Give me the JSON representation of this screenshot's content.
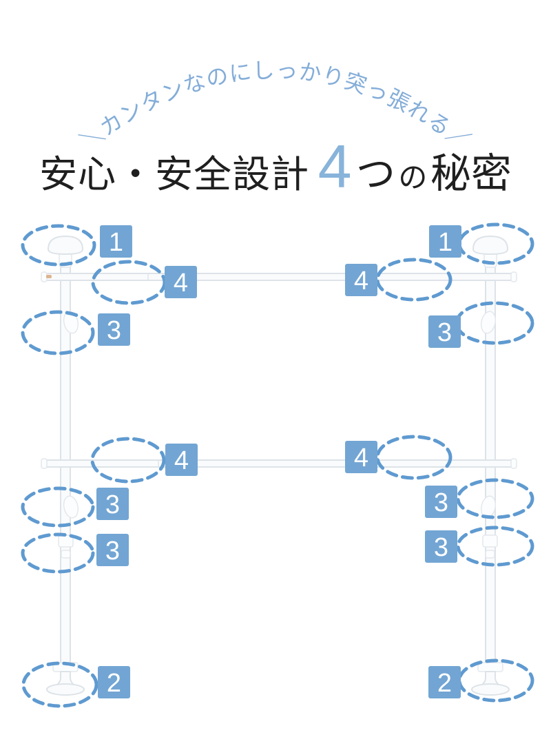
{
  "header": {
    "arc_text": "＼カンタンなのにしっかり突っ張れる／",
    "title": {
      "prefix": "安心・安全設計",
      "number": "4",
      "counter": "つ",
      "particle": "の",
      "suffix": "秘密"
    }
  },
  "diagram": {
    "badge_labels": [
      "1",
      "1",
      "4",
      "4",
      "3",
      "3",
      "4",
      "4",
      "3",
      "3",
      "3",
      "3",
      "2",
      "2"
    ]
  },
  "colors": {
    "arc_text": "#84add8",
    "title_text": "#1f1f1f",
    "title_number": "#88b3da",
    "badge_background": "#72a5d3",
    "badge_text": "#ffffff",
    "ellipse_stroke": "#5f9ad0",
    "product_outline": "#dde3e8"
  }
}
